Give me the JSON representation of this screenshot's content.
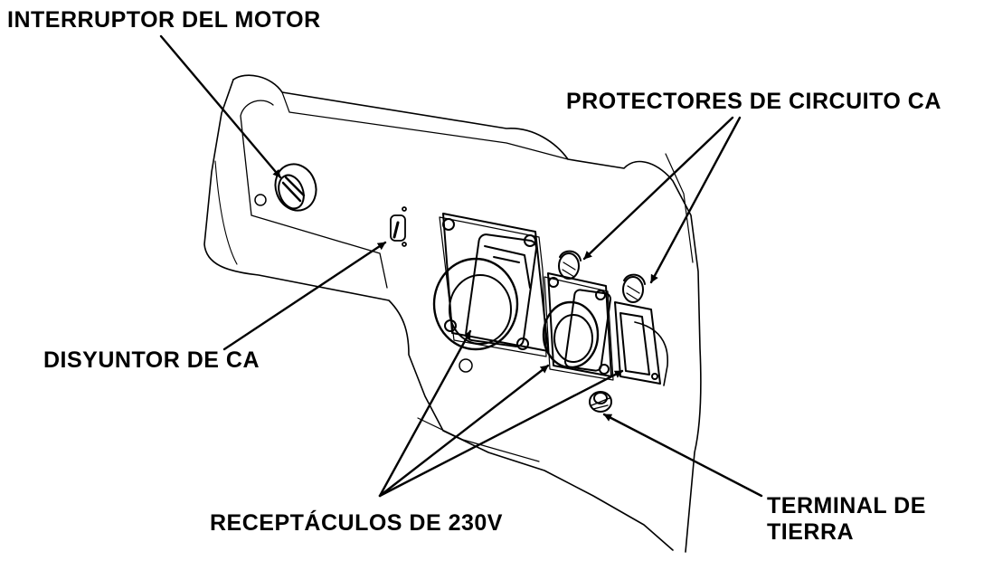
{
  "labels": {
    "engine_switch": "INTERRUPTOR DEL MOTOR",
    "circuit_protectors": "PROTECTORES DE CIRCUITO CA",
    "ac_breaker": "DISYUNTOR DE CA",
    "receptacles": "RECEPTÁCULOS DE 230V",
    "ground_terminal_line1": "TERMINAL DE",
    "ground_terminal_line2": "TIERRA"
  },
  "colors": {
    "ink": "#000000",
    "background": "#ffffff"
  }
}
